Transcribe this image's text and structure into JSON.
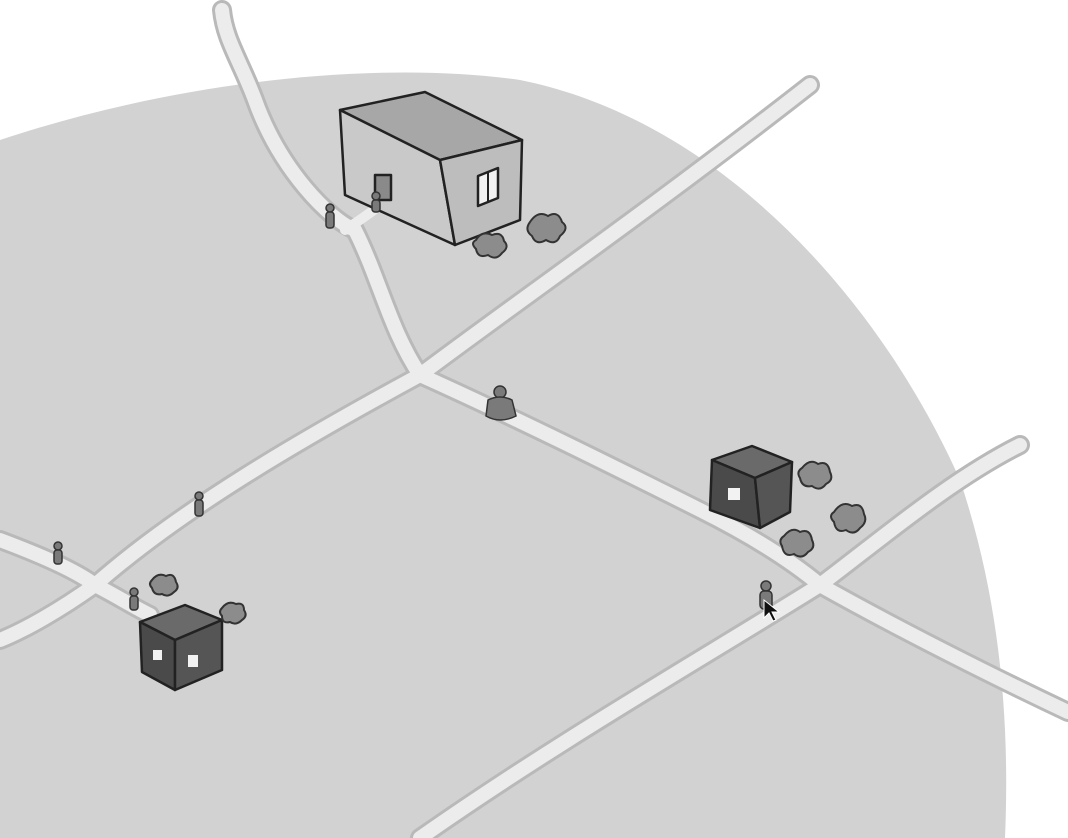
{
  "scene": {
    "colors": {
      "background": "#ffffff",
      "ground": "#d2d2d2",
      "road": "#ececec",
      "road_edge": "#b9b9b9",
      "large_building_front": "#c9c9c9",
      "large_building_side": "#bdbdbd",
      "large_building_top": "#a7a7a7",
      "small_house": "#4a4a4a",
      "small_house_top": "#6a6a6a",
      "window": "#f2f2f2",
      "tree": "#8c8c8c",
      "person": "#7a7a7a",
      "outline": "#222222"
    },
    "elements": {
      "roads": [
        "north-road",
        "northeast-road",
        "west-road",
        "east-road",
        "southeast-road",
        "southwest-road"
      ],
      "buildings": [
        "large-building",
        "small-house-left",
        "small-house-right"
      ],
      "trees": 7,
      "people": 7
    }
  }
}
